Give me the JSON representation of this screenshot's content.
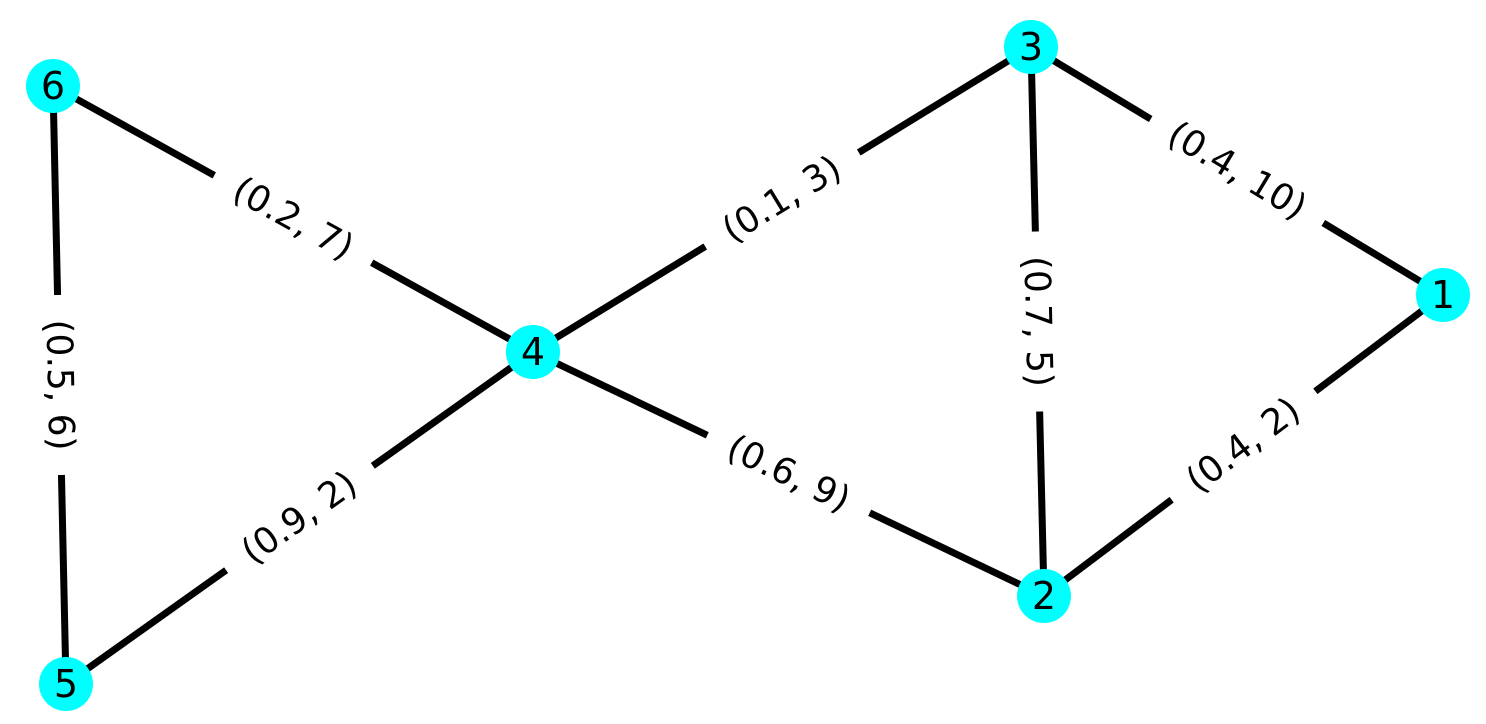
{
  "graph": {
    "node_color": "#00ffff",
    "edge_color": "#000000",
    "nodes": [
      {
        "id": "1",
        "label": "1"
      },
      {
        "id": "2",
        "label": "2"
      },
      {
        "id": "3",
        "label": "3"
      },
      {
        "id": "4",
        "label": "4"
      },
      {
        "id": "5",
        "label": "5"
      },
      {
        "id": "6",
        "label": "6"
      }
    ],
    "edges": [
      {
        "source": "3",
        "target": "1",
        "label": "(0.4, 10)"
      },
      {
        "source": "1",
        "target": "2",
        "label": "(0.4, 2)"
      },
      {
        "source": "3",
        "target": "2",
        "label": "(0.7, 5)"
      },
      {
        "source": "4",
        "target": "3",
        "label": "(0.1, 3)"
      },
      {
        "source": "4",
        "target": "2",
        "label": "(0.6, 9)"
      },
      {
        "source": "6",
        "target": "4",
        "label": "(0.2, 7)"
      },
      {
        "source": "5",
        "target": "4",
        "label": "(0.9, 2)"
      },
      {
        "source": "6",
        "target": "5",
        "label": "(0.5, 6)"
      }
    ]
  }
}
